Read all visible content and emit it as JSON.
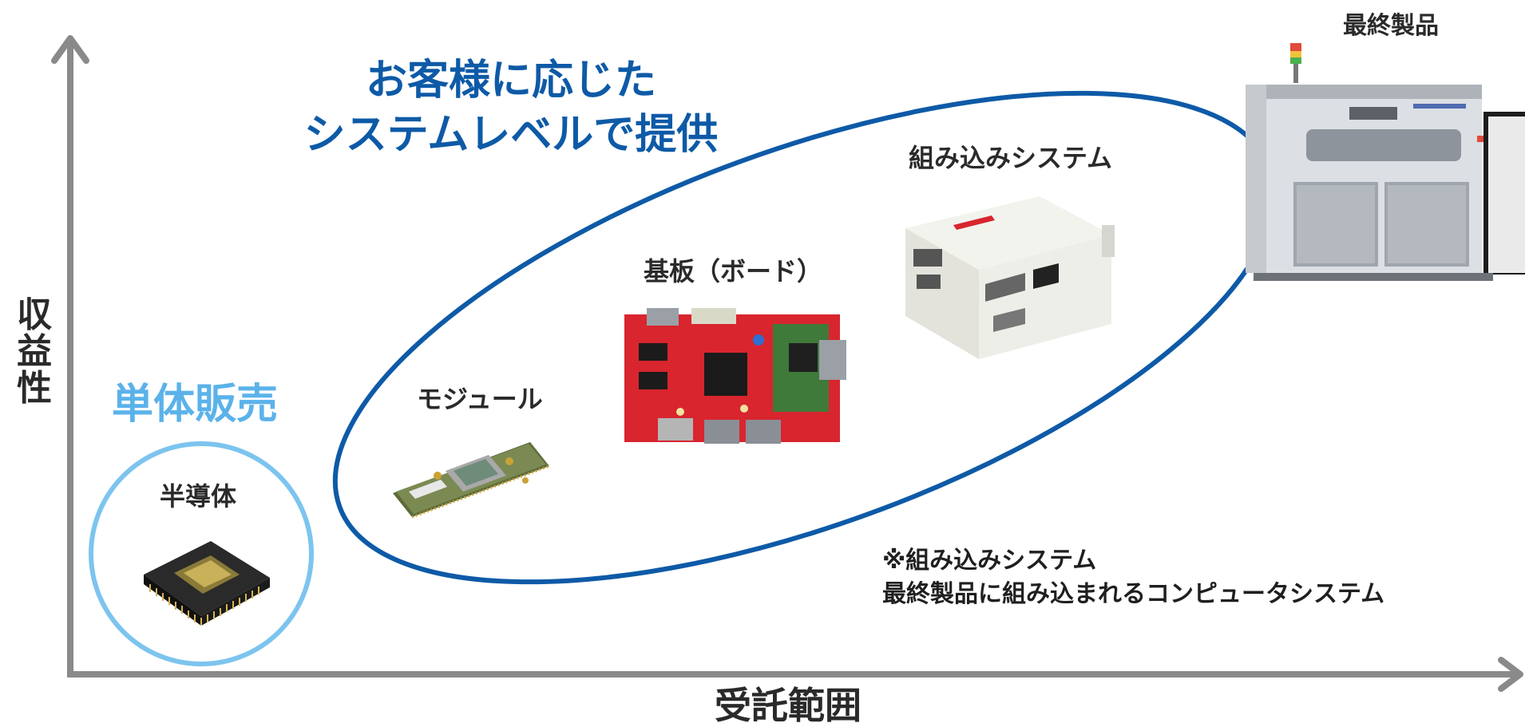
{
  "axes": {
    "y_label": "収益性",
    "x_label": "受託範囲",
    "color": "#8a8a8a"
  },
  "headline": {
    "line1": "お客様に応じた",
    "line2": "システムレベルで提供",
    "color": "#0e5aa7"
  },
  "single_sale": {
    "label": "単体販売",
    "color": "#5bb2ea"
  },
  "semiconductor": {
    "label": "半導体",
    "icon": "chip-icon"
  },
  "module": {
    "label": "モジュール",
    "icon": "module-board-icon"
  },
  "board": {
    "label": "基板（ボード）",
    "icon": "circuit-board-icon"
  },
  "embedded": {
    "label": "組み込みシステム",
    "icon": "embedded-box-icon"
  },
  "final_product": {
    "label": "最終製品",
    "icon": "industrial-machine-icon"
  },
  "note": {
    "line1": "※組み込みシステム",
    "line2": "最終製品に組み込まれるコンピュータシステム"
  },
  "colors": {
    "ellipse": "#0e5aa7",
    "circle": "#7cc4ef",
    "board_red": "#d8252e"
  }
}
